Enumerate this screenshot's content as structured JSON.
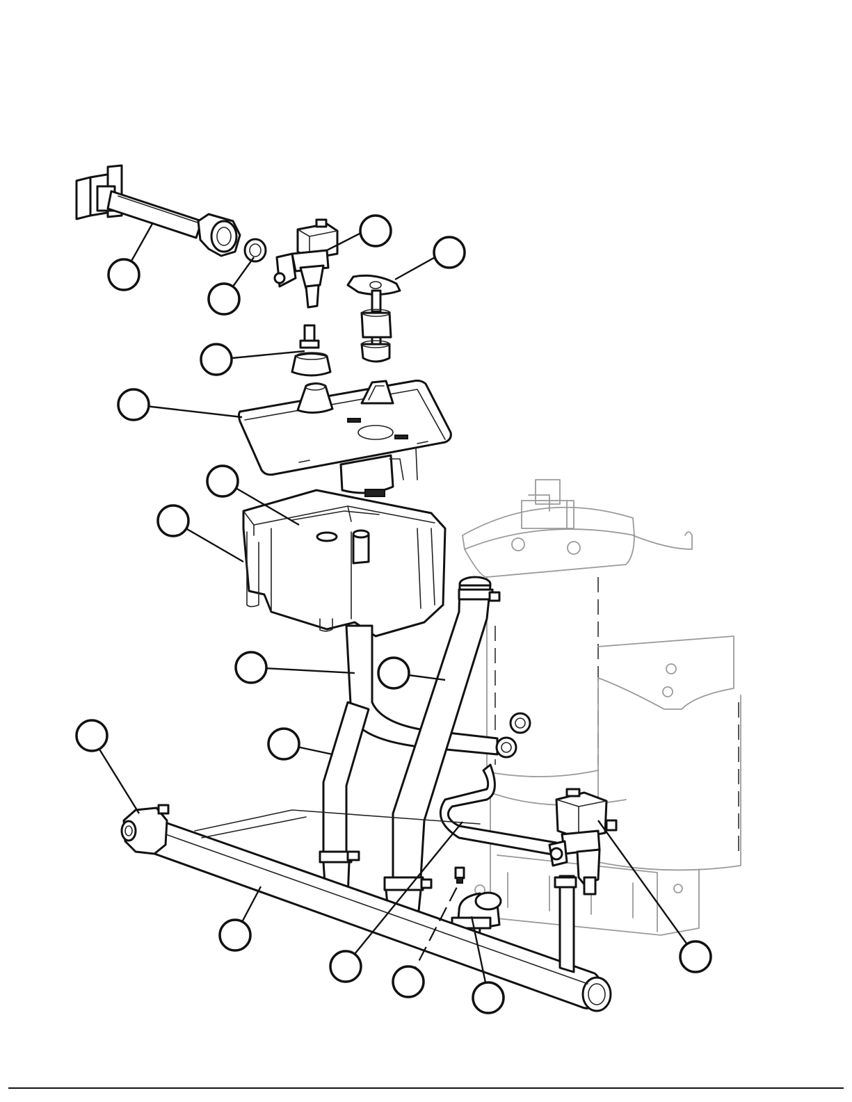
{
  "diagram": {
    "type": "exploded-parts-view",
    "callouts": [
      {
        "id": "c1",
        "label": ""
      },
      {
        "id": "c2",
        "label": ""
      },
      {
        "id": "c3",
        "label": ""
      },
      {
        "id": "c4",
        "label": ""
      },
      {
        "id": "c5",
        "label": ""
      },
      {
        "id": "c6",
        "label": ""
      },
      {
        "id": "c7",
        "label": ""
      },
      {
        "id": "c8",
        "label": ""
      },
      {
        "id": "c9",
        "label": ""
      },
      {
        "id": "c10",
        "label": ""
      },
      {
        "id": "c11",
        "label": ""
      },
      {
        "id": "c12",
        "label": ""
      },
      {
        "id": "c13",
        "label": ""
      },
      {
        "id": "c14",
        "label": ""
      },
      {
        "id": "c15",
        "label": ""
      },
      {
        "id": "c16",
        "label": ""
      },
      {
        "id": "c17",
        "label": ""
      },
      {
        "id": "c18",
        "label": ""
      }
    ]
  }
}
